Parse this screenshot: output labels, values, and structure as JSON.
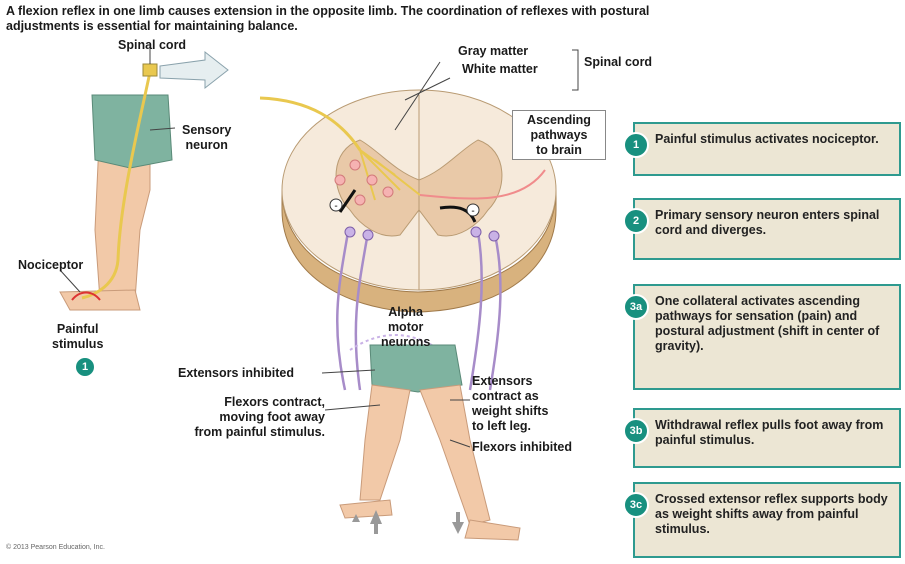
{
  "header": {
    "text": "A flexion reflex in one limb causes extension in the opposite limb. The coordination of reflexes with postural adjustments is essential for maintaining balance."
  },
  "labels": {
    "spinal_cord_top": "Spinal cord",
    "sensory_neuron": "Sensory\nneuron",
    "nociceptor": "Nociceptor",
    "painful_stimulus": "Painful\nstimulus",
    "step1_marker": "1",
    "gray_matter": "Gray matter",
    "white_matter": "White matter",
    "spinal_cord_bracket": "Spinal cord",
    "ascending": "Ascending\npathways\nto brain",
    "alpha_motor": "Alpha\nmotor\nneurons",
    "extensors_inhibited": "Extensors inhibited",
    "flexors_contract": "Flexors contract,\nmoving foot away\nfrom painful stimulus.",
    "extensors_contract": "Extensors\ncontract as\nweight shifts\nto left leg.",
    "flexors_inhibited": "Flexors inhibited",
    "minus": "-",
    "copyright": "© 2013 Pearson Education, Inc."
  },
  "steps": [
    {
      "badge": "1",
      "text": "Painful stimulus activates nociceptor."
    },
    {
      "badge": "2",
      "text": "Primary sensory neuron enters spinal cord and diverges."
    },
    {
      "badge": "3a",
      "text": "One collateral activates ascending pathways for sensation (pain) and postural adjustment (shift in center of gravity)."
    },
    {
      "badge": "3b",
      "text": "Withdrawal reflex pulls foot away from painful stimulus."
    },
    {
      "badge": "3c",
      "text": "Crossed extensor reflex supports body as weight shifts away from painful stimulus."
    }
  ],
  "colors": {
    "step_border": "#2e9a8f",
    "step_bg": "#ece6d4",
    "badge": "#18907f",
    "skin": "#f2c9a8",
    "shorts": "#7fb3a0",
    "gray_matter": "#e9c9a8",
    "white_matter": "#f6eadb",
    "sensory": "#e9c84f",
    "motor": "#a78cc9",
    "interneuron": "#f08c8c"
  }
}
